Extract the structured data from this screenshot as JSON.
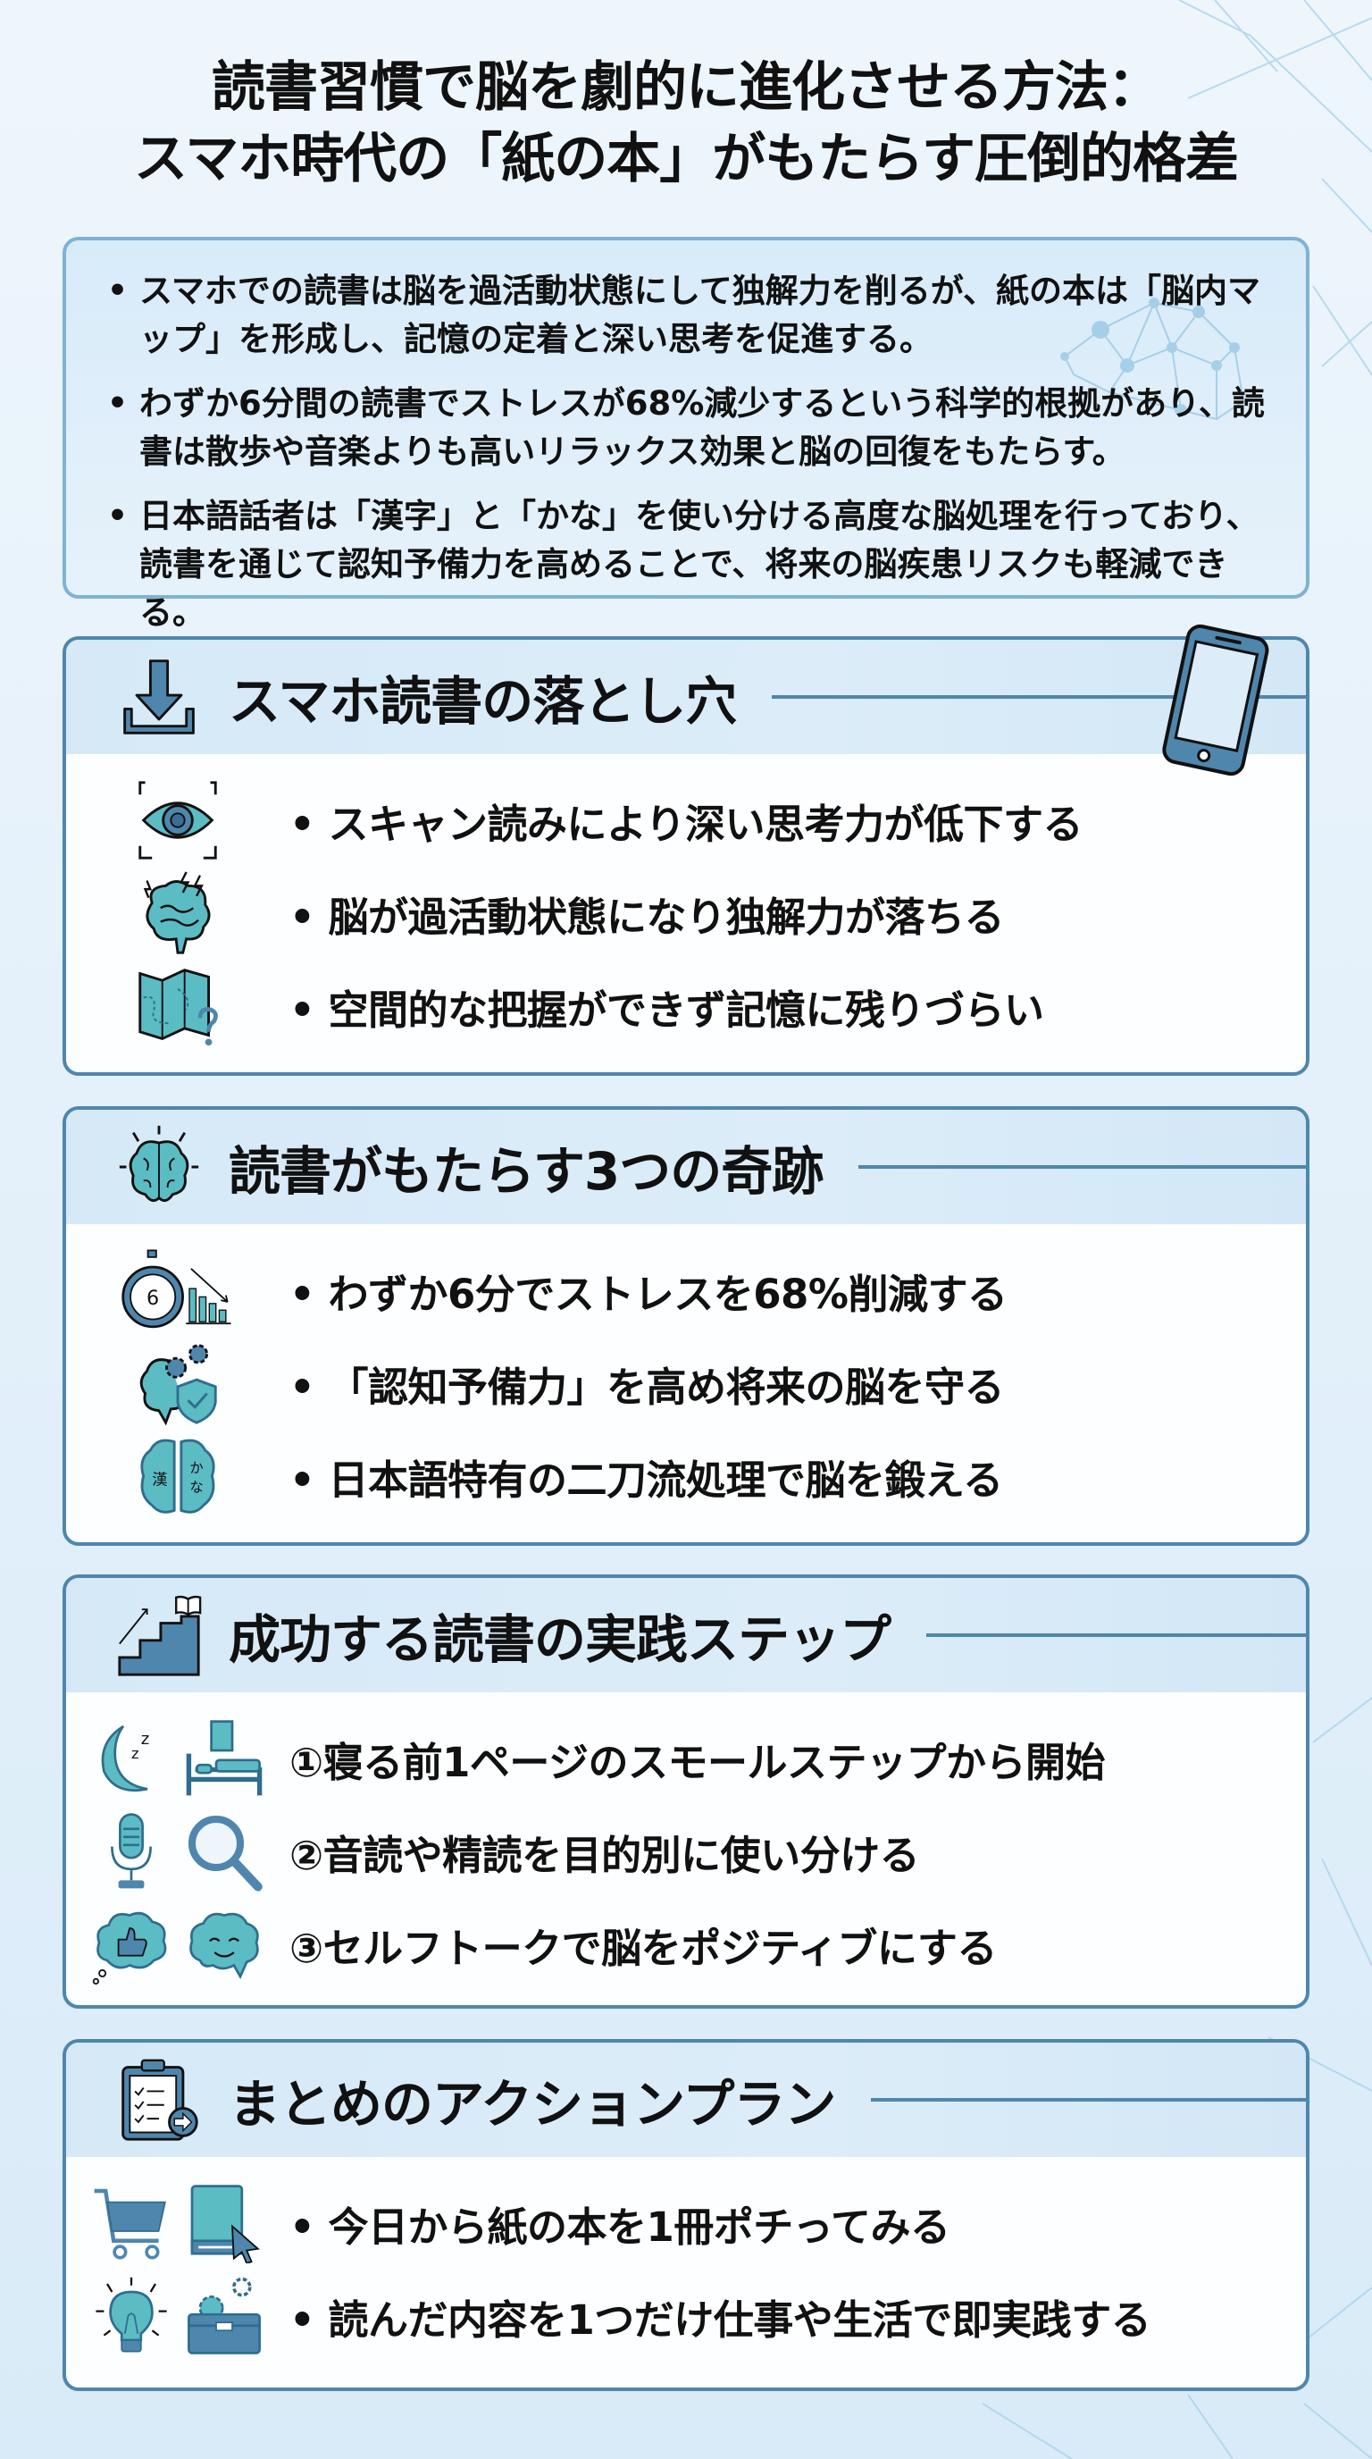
{
  "title": {
    "line1": "読書習慣で脳を劇的に進化させる方法：",
    "line2": "スマホ時代の「紙の本」がもたらす圧倒的格差"
  },
  "summary": {
    "items": [
      "スマホでの読書は脳を過活動状態にして独解力を削るが、紙の本は「脳内マップ」を形成し、記憶の定着と深い思考を促進する。",
      "わずか6分間の読書でストレスが68%減少するという科学的根拠があり、読書は散歩や音楽よりも高いリラックス効果と脳の回復をもたらす。",
      "日本語話者は「漢字」と「かな」を使い分ける高度な脳処理を行っており、読書を通じて認知予備力を高めることで、将来の脳疾患リスクも軽減できる。"
    ],
    "icon": "brain-network-icon"
  },
  "sections": [
    {
      "title": "スマホ読書の落とし穴",
      "icon": "download-arrow-icon",
      "corner_icon": "smartphone-icon",
      "items": [
        {
          "text": "スキャン読みにより深い思考力が低下する",
          "icons": [
            "eye-scan-icon"
          ]
        },
        {
          "text": "脳が過活動状態になり独解力が落ちる",
          "icons": [
            "stressed-brain-icon"
          ]
        },
        {
          "text": "空間的な把握ができず記憶に残りづらい",
          "icons": [
            "map-question-icon"
          ]
        }
      ]
    },
    {
      "title": "読書がもたらす3つの奇跡",
      "icon": "glowing-brain-icon",
      "items": [
        {
          "text": "わずか6分でストレスを68%削減する",
          "icons": [
            "stopwatch-chart-icon"
          ],
          "stopwatch_label": "6"
        },
        {
          "text": "「認知予備力」を高め将来の脳を守る",
          "icons": [
            "brain-gear-shield-icon"
          ]
        },
        {
          "text": "日本語特有の二刀流処理で脳を鍛える",
          "icons": [
            "kanji-kana-brain-icon"
          ],
          "brain_labels": [
            "漢",
            "かな"
          ]
        }
      ]
    },
    {
      "title": "成功する読書の実践ステップ",
      "icon": "stairs-book-icon",
      "items": [
        {
          "text": "①寝る前1ページのスモールステップから開始",
          "icons": [
            "moon-sleep-icon",
            "bed-book-icon"
          ]
        },
        {
          "text": "②音読や精読を目的別に使い分ける",
          "icons": [
            "microphone-icon",
            "magnifier-icon"
          ]
        },
        {
          "text": "③セルフトークで脳をポジティブにする",
          "icons": [
            "thumbs-up-bubble-icon",
            "smiling-brain-icon"
          ]
        }
      ]
    },
    {
      "title": "まとめのアクションプラン",
      "icon": "clipboard-checklist-icon",
      "items": [
        {
          "text": "今日から紙の本を1冊ポチってみる",
          "icons": [
            "shopping-cart-icon",
            "book-cursor-icon"
          ]
        },
        {
          "text": "読んだ内容を1つだけ仕事や生活で即実践する",
          "icons": [
            "lightbulb-icon",
            "toolbox-gear-icon"
          ]
        }
      ]
    }
  ],
  "colors": {
    "primary": "#4f86ad",
    "teal": "#5bbcc4",
    "header_bg": "#d6e9f7",
    "page_bg": "#e3f0fa"
  }
}
